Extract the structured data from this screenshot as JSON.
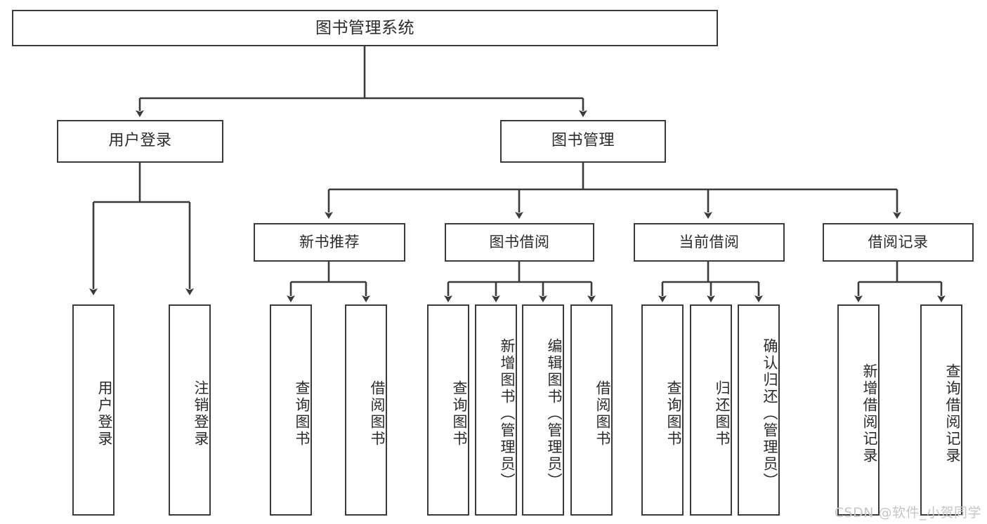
{
  "diagram": {
    "title": "图书管理系统",
    "type": "hierarchy-tree",
    "watermark": "CSDN @软件_小贺同学",
    "colors": {
      "box_border": "#3a3a3a",
      "box_fill": "#ffffff",
      "connector": "#3a3a3a",
      "text": "#2b2b2b",
      "watermark": "#c6c6c6",
      "background": "#ffffff"
    },
    "root": {
      "label": "图书管理系统"
    },
    "level1": [
      {
        "label": "用户登录"
      },
      {
        "label": "图书管理"
      }
    ],
    "level2": [
      {
        "label": "新书推荐"
      },
      {
        "label": "图书借阅"
      },
      {
        "label": "当前借阅"
      },
      {
        "label": "借阅记录"
      }
    ],
    "leaves": {
      "user_login": [
        {
          "label": "用户登录"
        },
        {
          "label": "注销登录"
        }
      ],
      "new_book_recommend": [
        {
          "label": "查询图书"
        },
        {
          "label": "借阅图书"
        }
      ],
      "book_borrow": [
        {
          "label": "查询图书"
        },
        {
          "label": "新增图书（管理员）"
        },
        {
          "label": "编辑图书（管理员）"
        },
        {
          "label": "借阅图书"
        }
      ],
      "current_borrow": [
        {
          "label": "查询图书"
        },
        {
          "label": "归还图书"
        },
        {
          "label": "确认归还（管理员）"
        }
      ],
      "borrow_record": [
        {
          "label": "新增借阅记录"
        },
        {
          "label": "查询借阅记录"
        }
      ]
    }
  }
}
